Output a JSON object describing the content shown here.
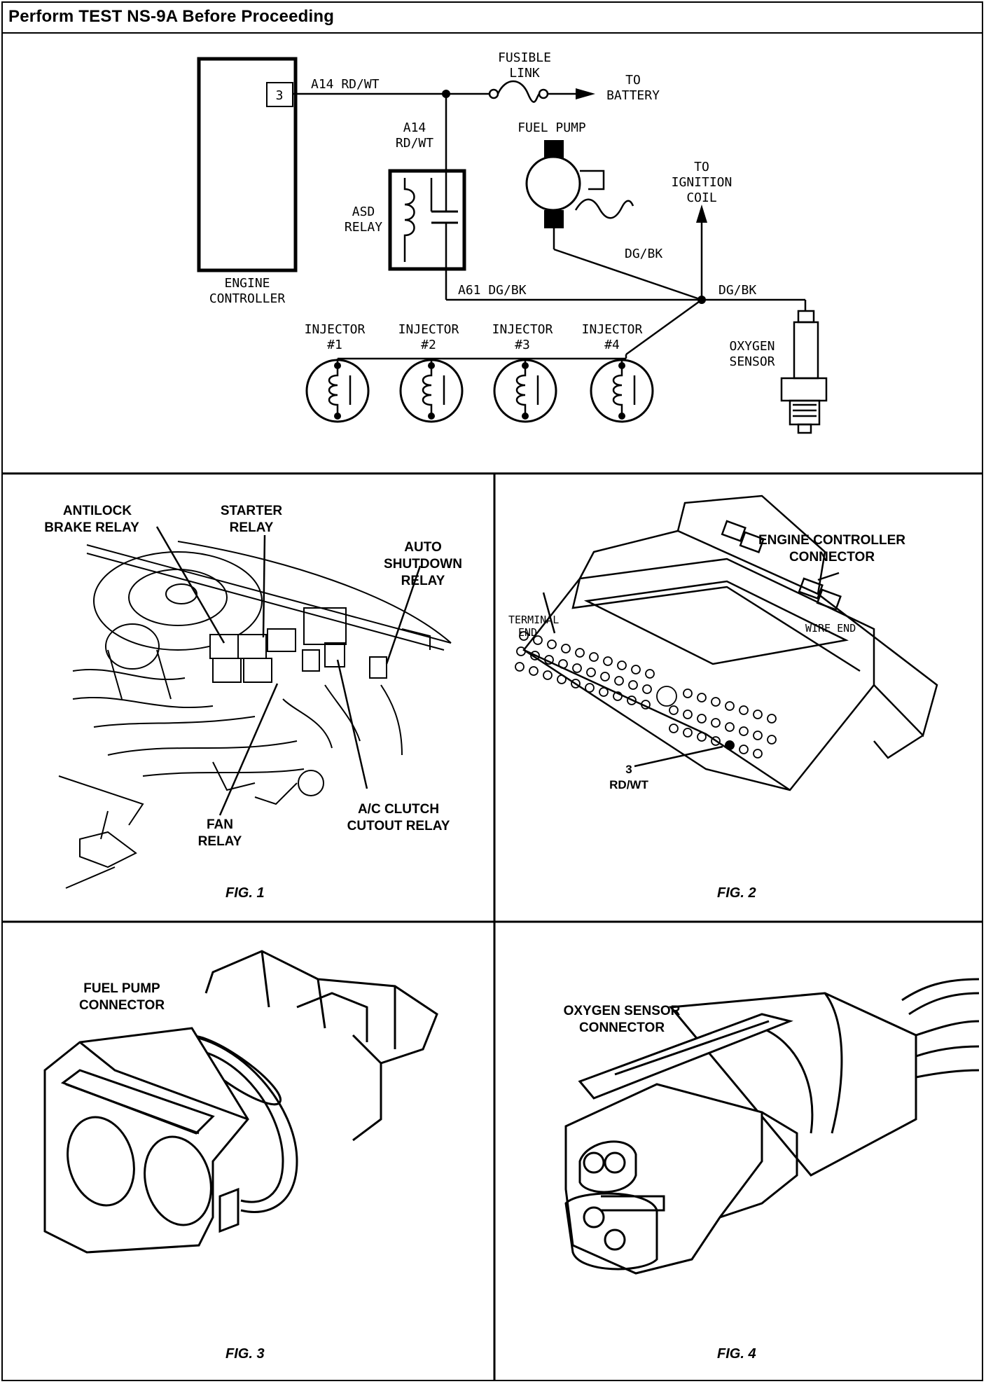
{
  "header": {
    "title": "Perform TEST NS-9A Before Proceeding"
  },
  "schematic": {
    "pin_number": "3",
    "wire_top": "A14 RD/WT",
    "wire_vertical_1": "A14",
    "wire_vertical_2": "RD/WT",
    "fusible_link_1": "FUSIBLE",
    "fusible_link_2": "LINK",
    "to_battery_1": "TO",
    "to_battery_2": "BATTERY",
    "fuel_pump": "FUEL PUMP",
    "to_ignition_1": "TO",
    "to_ignition_2": "IGNITION",
    "to_ignition_3": "COIL",
    "asd_relay_1": "ASD",
    "asd_relay_2": "RELAY",
    "engine_controller_1": "ENGINE",
    "engine_controller_2": "CONTROLLER",
    "wire_pump": "DG/BK",
    "wire_a61": "A61 DG/BK",
    "wire_right": "DG/BK",
    "oxygen_sensor_1": "OXYGEN",
    "oxygen_sensor_2": "SENSOR",
    "injectors": [
      {
        "name": "INJECTOR",
        "num": "#1"
      },
      {
        "name": "INJECTOR",
        "num": "#2"
      },
      {
        "name": "INJECTOR",
        "num": "#3"
      },
      {
        "name": "INJECTOR",
        "num": "#4"
      }
    ]
  },
  "fig1": {
    "caption": "FIG. 1",
    "antilock_1": "ANTILOCK",
    "antilock_2": "BRAKE RELAY",
    "starter_1": "STARTER",
    "starter_2": "RELAY",
    "auto_1": "AUTO",
    "auto_2": "SHUTDOWN",
    "auto_3": "RELAY",
    "fan_1": "FAN",
    "fan_2": "RELAY",
    "ac_1": "A/C CLUTCH",
    "ac_2": "CUTOUT RELAY"
  },
  "fig2": {
    "caption": "FIG. 2",
    "title_1": "ENGINE CONTROLLER",
    "title_2": "CONNECTOR",
    "terminal_1": "TERMINAL",
    "terminal_2": "END",
    "wire_end": "WIRE END",
    "pin_1": "3",
    "pin_2": "RD/WT"
  },
  "fig3": {
    "caption": "FIG. 3",
    "title_1": "FUEL PUMP",
    "title_2": "CONNECTOR"
  },
  "fig4": {
    "caption": "FIG. 4",
    "title_1": "OXYGEN SENSOR",
    "title_2": "CONNECTOR"
  }
}
